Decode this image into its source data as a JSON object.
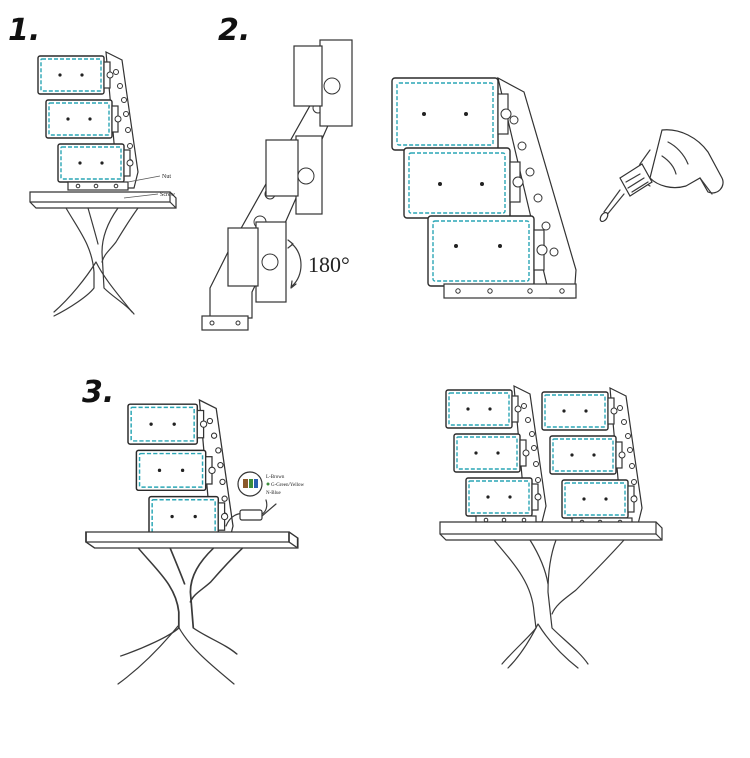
{
  "steps": {
    "step1": "1.",
    "step2": "2.",
    "step3": "3."
  },
  "labels": {
    "nut": "Nut",
    "screw": "Screw",
    "rotation": "180°",
    "wire_l": "L-Brown",
    "wire_g": "G-Green/Yellow",
    "wire_n": "N-Blue"
  },
  "colors": {
    "panel_edge": "#2aa6b5",
    "line": "#3a3a3a",
    "wire_brown": "#8b5a2b",
    "wire_green": "#3c8d3c",
    "wire_blue": "#2a5fb0"
  }
}
